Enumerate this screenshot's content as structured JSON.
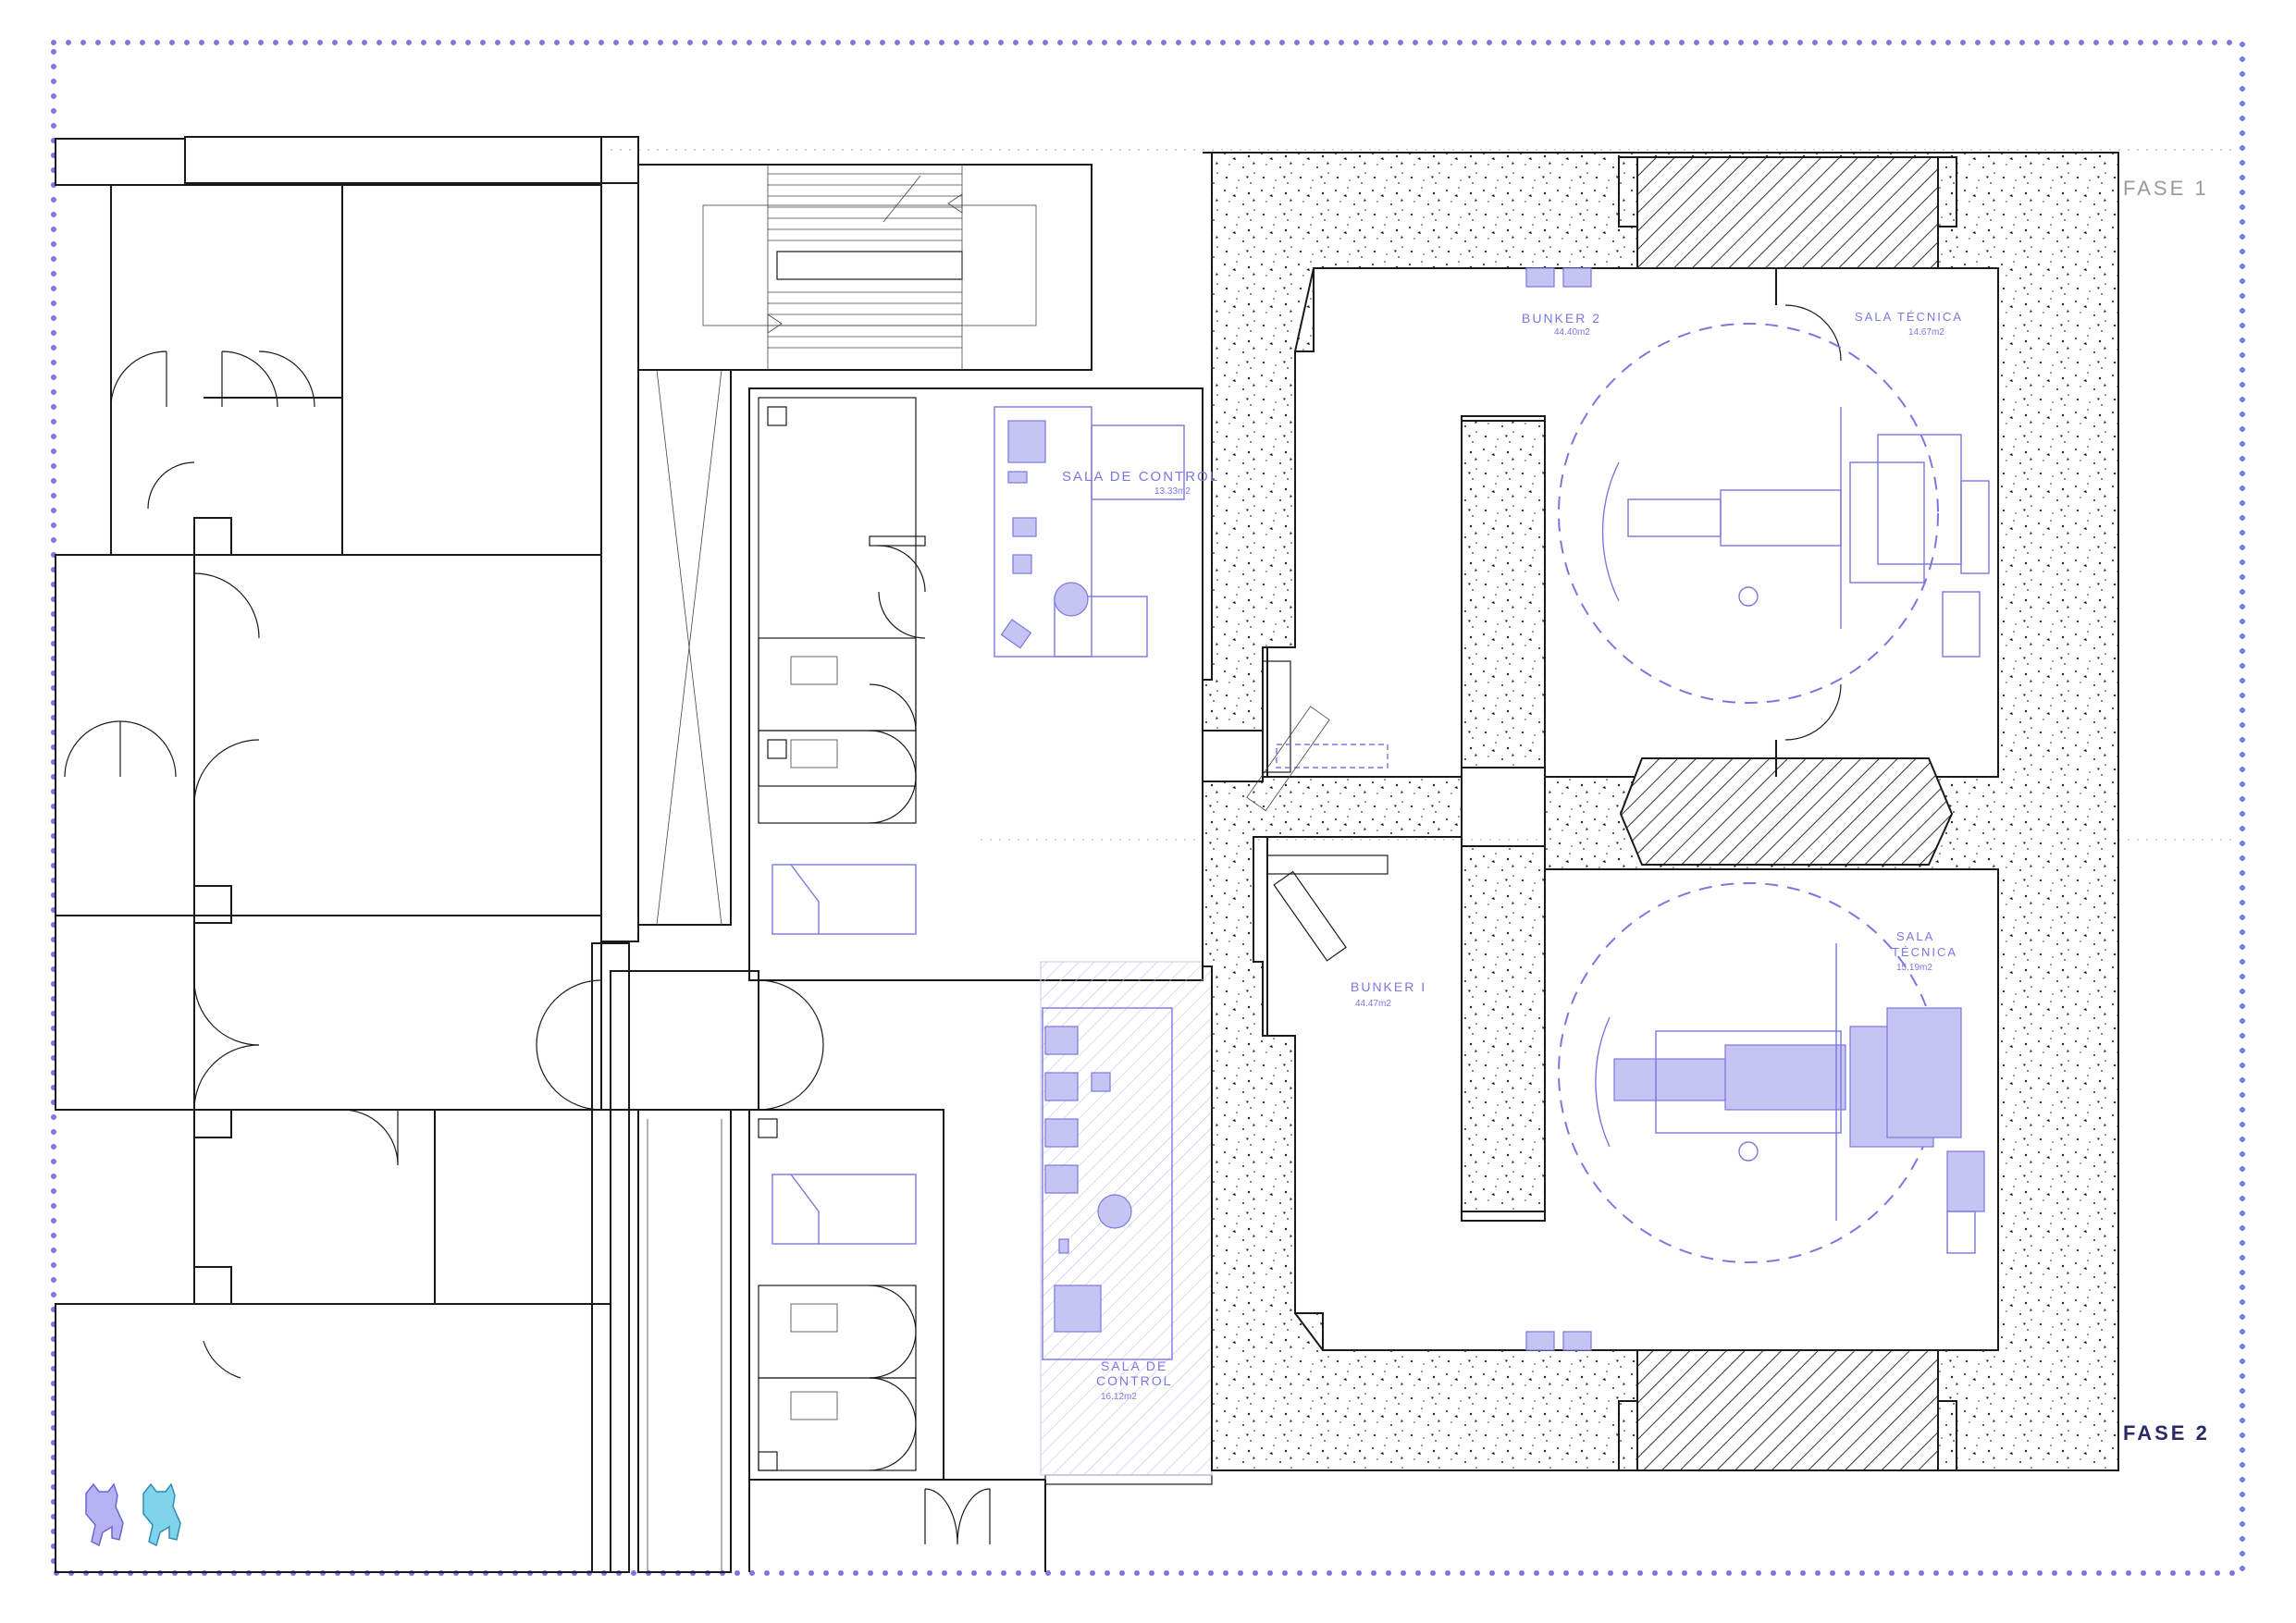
{
  "labels": {
    "fase1": "FASE 1",
    "fase2": "FASE 2",
    "bunker2_name": "BUNKER 2",
    "bunker2_area": "44.40m2",
    "sala_tecnica_top_name": "SALA TÉCNICA",
    "sala_tecnica_top_area": "14.67m2",
    "sala_control_top_name": "SALA DE CONTROL",
    "sala_control_top_area": "13.33m2",
    "bunker1_name": "BUNKER I",
    "bunker1_area": "44.47m2",
    "sala_tecnica_bottom_line1": "SALA",
    "sala_tecnica_bottom_line2": "TÉCNICA",
    "sala_tecnica_bottom_area": "15.19m2",
    "sala_control_bottom_line1": "SALA DE",
    "sala_control_bottom_line2": "CONTROL",
    "sala_control_bottom_area": "16.12m2"
  },
  "colors": {
    "border_dots": "#7a78e0",
    "equipment": "#7a78e0",
    "fase1": "#9a9a9a",
    "fase2": "#2a2a6a",
    "logo_left": "#b6b1f0",
    "logo_right": "#7fd3ea"
  },
  "icons": [
    "llama-logo-purple",
    "llama-logo-cyan"
  ]
}
